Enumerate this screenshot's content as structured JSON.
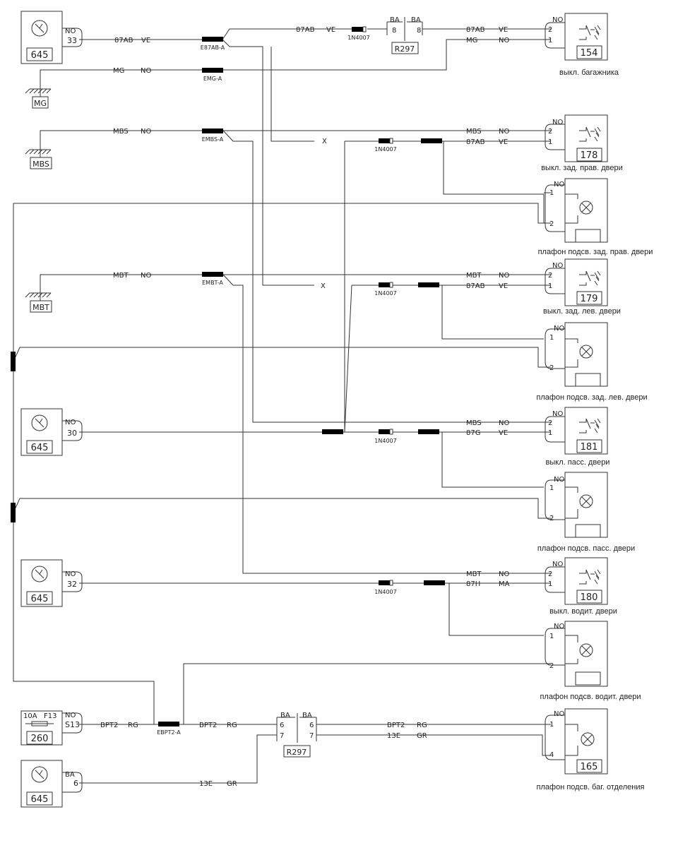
{
  "units": {
    "u645": "645",
    "u260": "260",
    "r297": "R297",
    "fuse_rating": "10A",
    "fuse_id": "F13",
    "ground_mg": "MG",
    "ground_mbs": "MBS",
    "ground_mbt": "MBT"
  },
  "switches": {
    "trunk": {
      "num": "154",
      "caption": "выкл. багажника"
    },
    "rear_right": {
      "num": "178",
      "caption": "выкл. зад. прав. двери"
    },
    "rear_left": {
      "num": "179",
      "caption": "выкл. зад. лев. двери"
    },
    "passenger": {
      "num": "181",
      "caption": "выкл. пасс. двери"
    },
    "driver": {
      "num": "180",
      "caption": "выкл. водит. двери"
    }
  },
  "lamps": {
    "rear_right": {
      "caption": "плафон подсв. зад. прав. двери"
    },
    "rear_left": {
      "caption": "плафон подсв. зад. лев. двери"
    },
    "passenger": {
      "caption": "плафон подсв. пасс. двери"
    },
    "driver": {
      "caption": "плафон подсв. водит. двери"
    },
    "trunk": {
      "num": "165",
      "caption": "плафон подсв. баг. отделения"
    }
  },
  "splices": {
    "e87ab": "E87AB-A",
    "emg": "EMG-A",
    "embs": "EMBS-A",
    "embt": "EMBT-A",
    "ebpt2": "EBPT2-A"
  },
  "diode": "1N4007",
  "wires": {
    "w87ab": "87AB",
    "w87g": "87G",
    "w87h": "87H",
    "mg": "MG",
    "mbs": "MBS",
    "mbt": "MBT",
    "bpt2": "BPT2",
    "w13e": "13E"
  },
  "colors": {
    "ve": "VE",
    "no": "NO",
    "ma": "MA",
    "rg": "RG",
    "gr": "GR",
    "ba": "BA"
  },
  "pins": {
    "p1": "1",
    "p2": "2",
    "p4": "4",
    "p6": "6",
    "p7": "7",
    "p8": "8",
    "p30": "30",
    "p32": "32",
    "p33": "33",
    "s13": "S13"
  },
  "cross_mark": "X"
}
